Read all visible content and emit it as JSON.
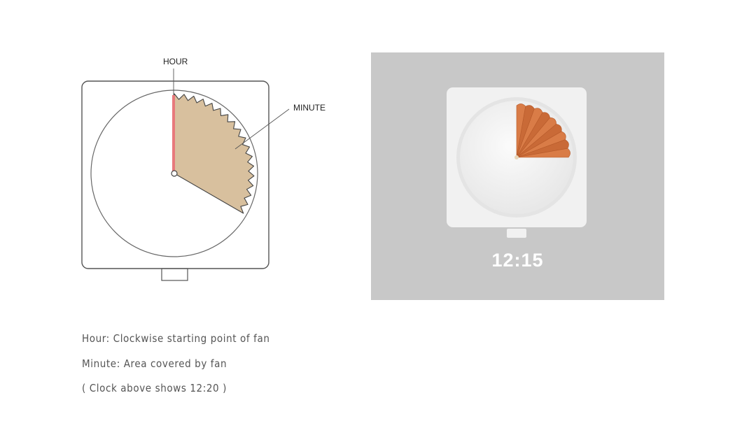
{
  "diagram": {
    "hour_label": "HOUR",
    "minute_label": "MINUTE"
  },
  "photo": {
    "time": "12:15"
  },
  "captions": {
    "hour": "Hour: Clockwise starting point of fan",
    "minute": "Minute: Area covered by fan",
    "example": "( Clock above shows 12:20 )"
  },
  "colors": {
    "fan_sketch": "#d8c09e",
    "hour_hand": "#e8797c",
    "fan_photo": "#d97c47",
    "photo_bg": "#c8c8c8"
  }
}
